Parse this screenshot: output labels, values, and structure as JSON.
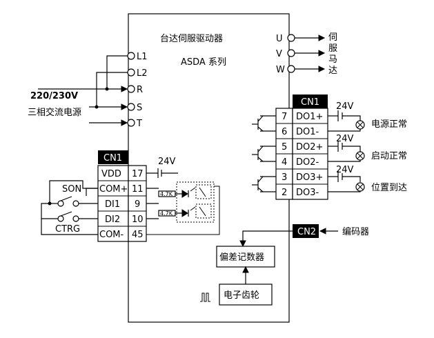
{
  "drive": {
    "title": "台达伺服驱动器",
    "series": "ASDA 系列"
  },
  "power": {
    "terminals": [
      "L1",
      "L2",
      "R",
      "S",
      "T"
    ],
    "voltage": "220/230V",
    "label": "三相交流电源"
  },
  "motor": {
    "terminals": [
      "U",
      "V",
      "W"
    ],
    "label": [
      "伺",
      "服",
      "马",
      "达"
    ]
  },
  "cn1_out": {
    "header": "CN1",
    "pins": [
      {
        "num": "7",
        "name": "DO1+"
      },
      {
        "num": "6",
        "name": "DO1-"
      },
      {
        "num": "5",
        "name": "DO2+"
      },
      {
        "num": "4",
        "name": "DO2-"
      },
      {
        "num": "3",
        "name": "DO3+"
      },
      {
        "num": "2",
        "name": "DO3-"
      }
    ],
    "supply": [
      "24V",
      "24V",
      "24V"
    ],
    "loads": [
      "电源正常",
      "启动正常",
      "位置到达"
    ]
  },
  "cn1_in": {
    "header": "CN1",
    "pins": [
      {
        "name": "VDD",
        "num": "17"
      },
      {
        "name": "COM+",
        "num": "11"
      },
      {
        "name": "DI1",
        "num": "9"
      },
      {
        "name": "DI2",
        "num": "10"
      },
      {
        "name": "COM-",
        "num": "45"
      }
    ],
    "supply": "24V",
    "resistors": [
      "4.7K",
      "4.7K"
    ],
    "switches": [
      "SON",
      "CTRG"
    ]
  },
  "cn2": {
    "header": "CN2",
    "label": "编码器"
  },
  "blocks": {
    "counter": "偏差记数器",
    "gear": "电子齿轮"
  }
}
